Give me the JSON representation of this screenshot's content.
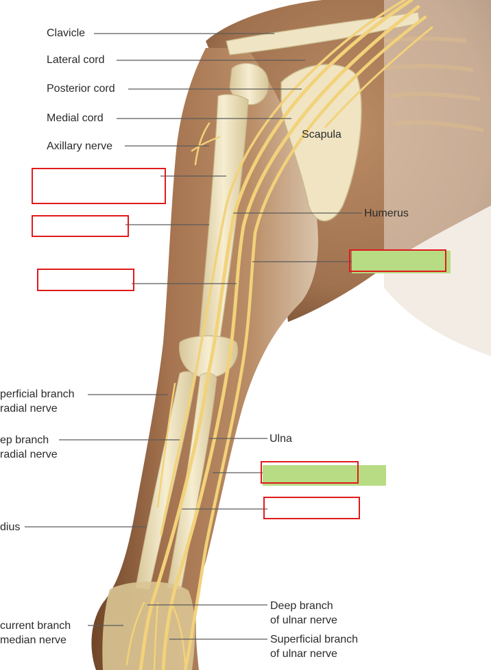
{
  "diagram": {
    "labels": {
      "clavicle": "Clavicle",
      "lateral_cord": "Lateral cord",
      "posterior_cord": "Posterior cord",
      "medial_cord": "Medial cord",
      "axillary_nerve": "Axillary nerve",
      "scapula": "Scapula",
      "humerus": "Humerus",
      "superficial_radial_1": "perficial branch",
      "superficial_radial_2": "radial nerve",
      "deep_radial_1": "ep branch",
      "deep_radial_2": "radial nerve",
      "ulna": "Ulna",
      "radius": "dius",
      "recurrent_median_1": "current branch",
      "recurrent_median_2": "median nerve",
      "deep_ulnar_1": "Deep branch",
      "deep_ulnar_2": "of ulnar nerve",
      "superficial_ulnar_1": "Superficial branch",
      "superficial_ulnar_2": "of ulnar nerve"
    },
    "answer_boxes": {
      "box_1": "",
      "box_2": "",
      "box_3": "",
      "box_4": "",
      "box_5": "",
      "box_6": ""
    },
    "colors": {
      "skin": "#9b6a45",
      "skin_dark": "#6f4628",
      "bone": "#f1e7c5",
      "nerve": "#f2d27a",
      "leader": "#5a5a5a",
      "box_border": "#e0191b",
      "answer_fill": "#b7dc84"
    }
  }
}
